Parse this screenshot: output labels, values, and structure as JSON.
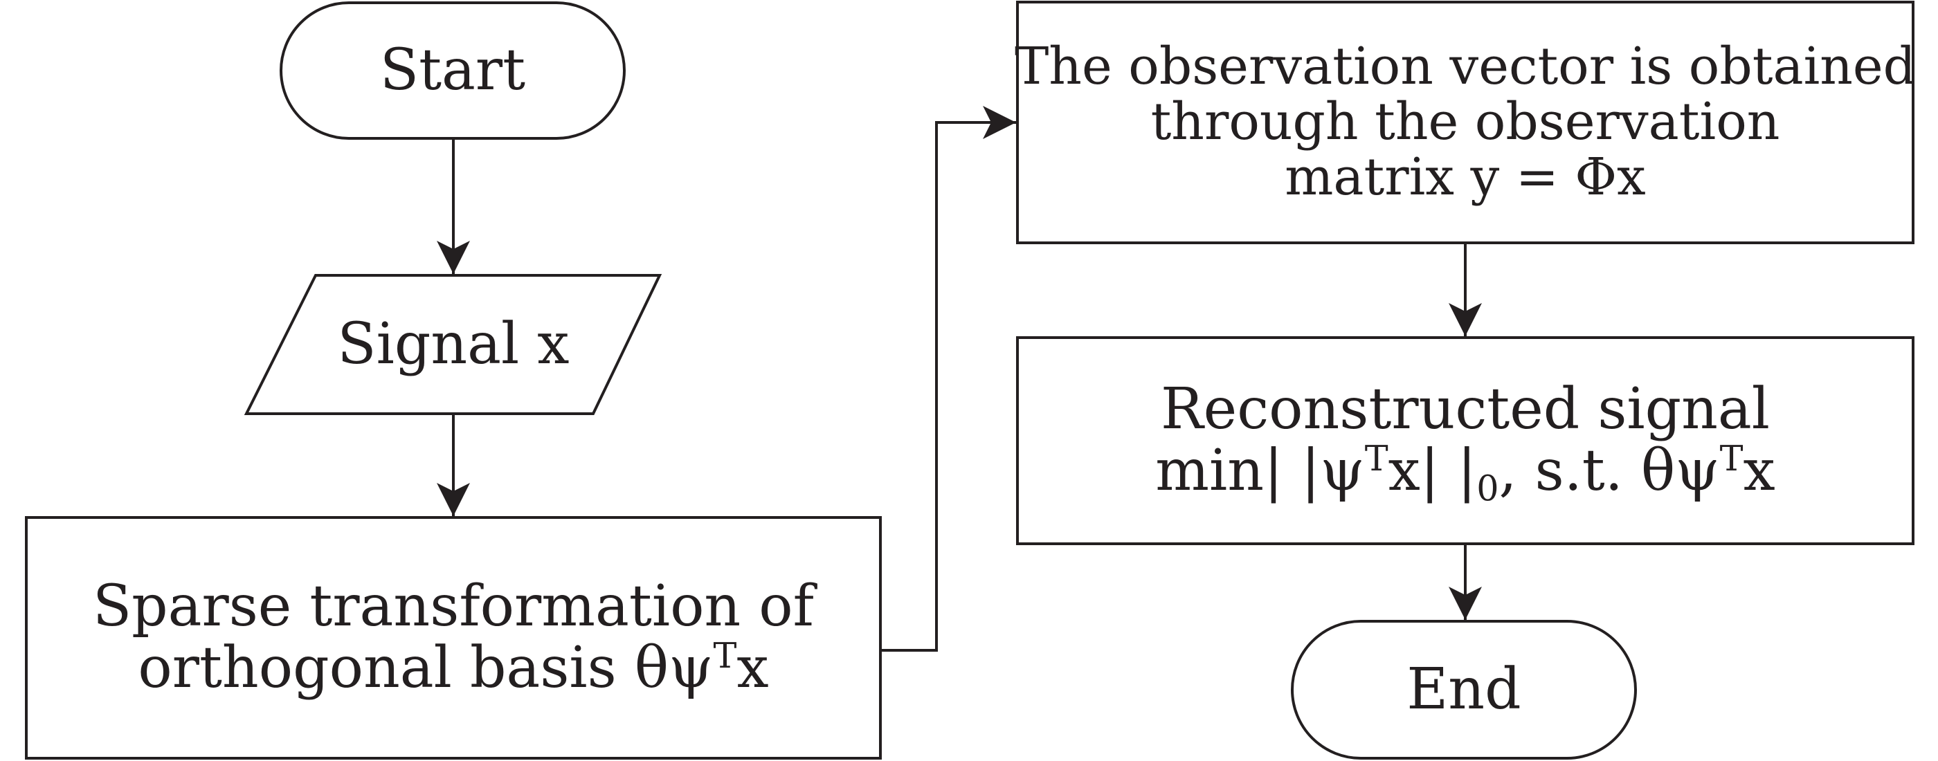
{
  "nodes": {
    "start": {
      "text": "Start"
    },
    "signal": {
      "text": "Signal x"
    },
    "sparse": {
      "line1": "Sparse transformation of",
      "line2_prefix": "orthogonal basis θψ",
      "line2_sup": "T",
      "line2_suffix": "x"
    },
    "observation": {
      "line1": "The observation vector is obtained",
      "line2": "through the observation",
      "line3": "matrix y = Φx"
    },
    "reconstruct": {
      "line1": "Reconstructed signal",
      "line2_a": "min| |ψ",
      "line2_sup1": "T",
      "line2_b": "x| |",
      "line2_sub": "0",
      "line2_c": ", s.t. θψ",
      "line2_sup2": "T",
      "line2_d": "x"
    },
    "end": {
      "text": "End"
    }
  },
  "colors": {
    "stroke": "#231f20",
    "fill": "#ffffff",
    "text": "#231f20"
  }
}
